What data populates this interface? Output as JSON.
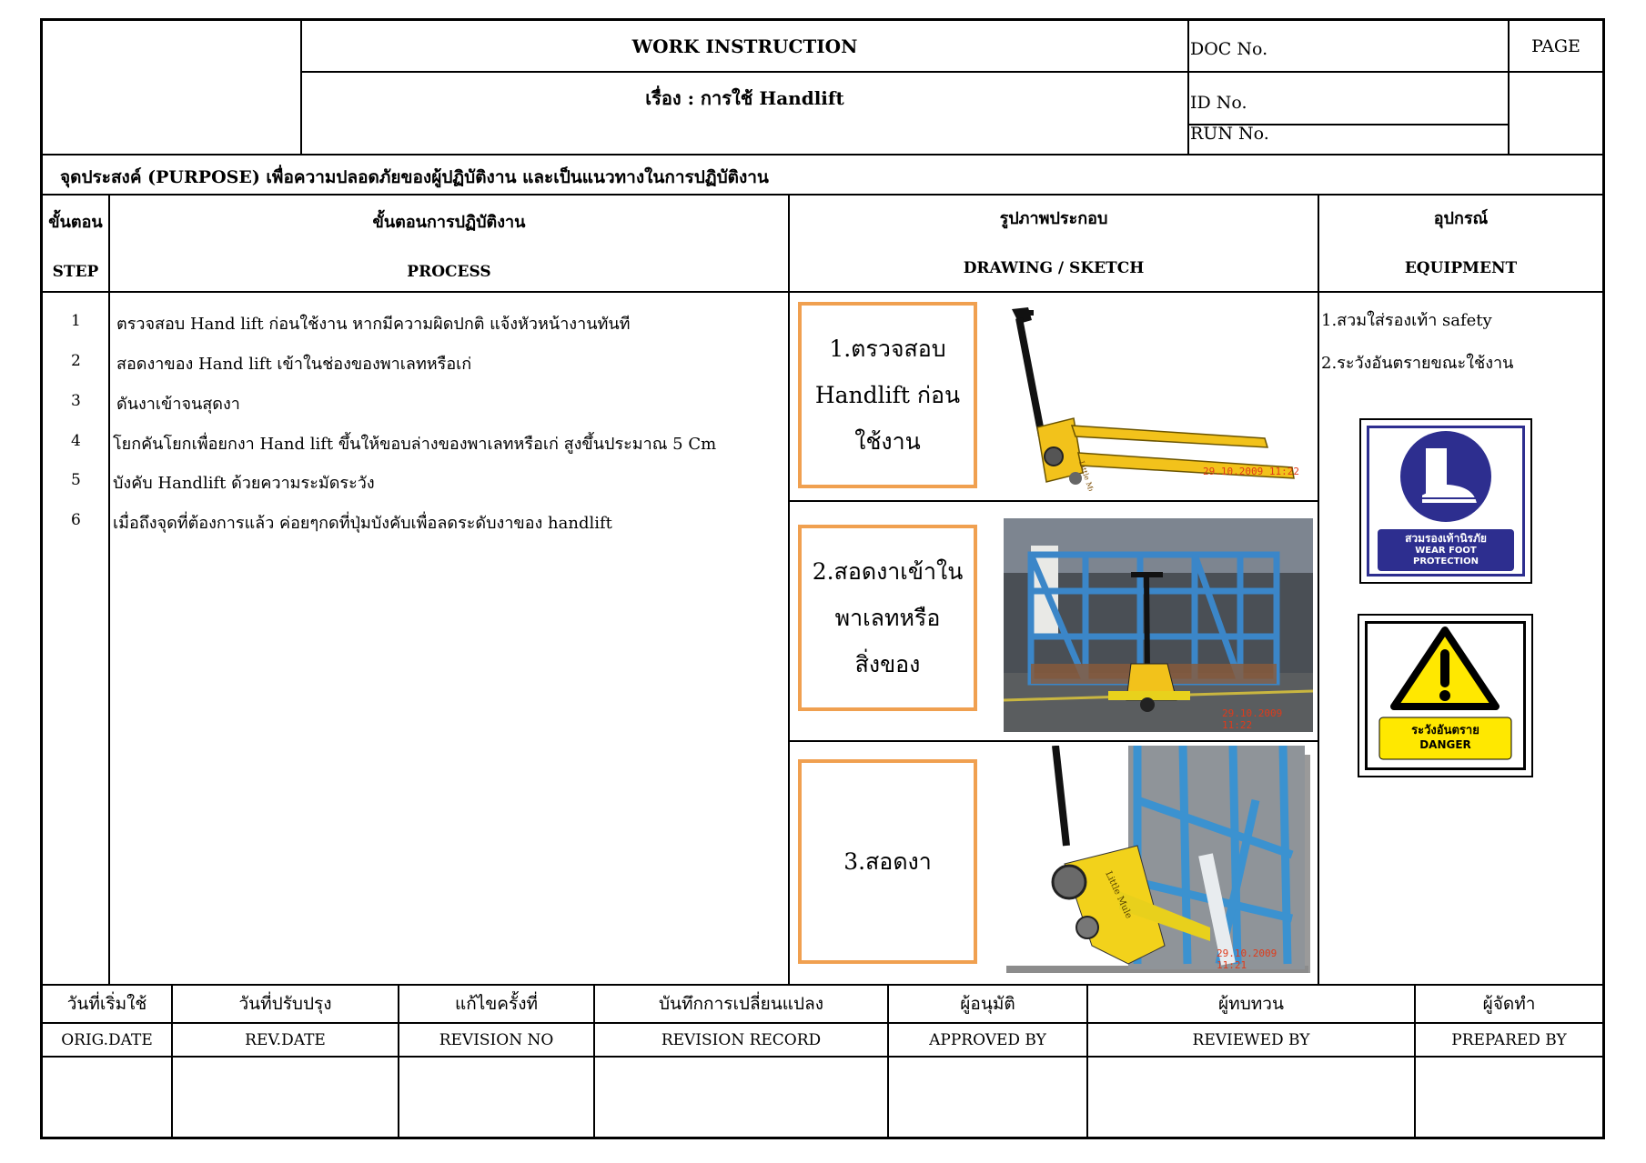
{
  "header": {
    "title": "WORK INSTRUCTION",
    "subject": "เรื่อง : การใช้ Handlift",
    "doc_no_label": "DOC No.",
    "page_label": "PAGE",
    "id_no_label": "ID No.",
    "run_no_label": "RUN No."
  },
  "purpose": "จุดประสงค์ (PURPOSE) เพื่อความปลอดภัยของผู้ปฏิบัติงาน และเป็นแนวทางในการปฏิบัติงาน",
  "columns": {
    "step_th": "ขั้นตอน",
    "step_en": "STEP",
    "process_th": "ขั้นตอนการปฏิบัติงาน",
    "process_en": "PROCESS",
    "drawing_th": "รูปภาพประกอบ",
    "drawing_en": "DRAWING / SKETCH",
    "equipment_th": "อุปกรณ์",
    "equipment_en": "EQUIPMENT"
  },
  "steps": [
    {
      "no": "1",
      "text": "ตรวจสอบ  Hand lift  ก่อนใช้งาน หากมีความผิดปกติ แจ้งหัวหน้างานทันที"
    },
    {
      "no": "2",
      "text": "สอดงาของ Hand lift เข้าในช่องของพาเลทหรือเก่"
    },
    {
      "no": "3",
      "text": "ดันงาเข้าจนสุดงา"
    },
    {
      "no": "4",
      "text": "โยกคันโยกเพื่อยกงา Hand lift ขึ้นให้ขอบล่างของพาเลทหรือเก่ สูงขึ้นประมาณ 5 Cm"
    },
    {
      "no": "5",
      "text": "บังคับ Handlift ด้วยความระมัดระวัง"
    },
    {
      "no": "6",
      "text": "เมื่อถึงจุดที่ต้องการแล้ว ค่อยๆกดที่ปุ่มบังคับเพื่อลดระดับงาของ handlift"
    }
  ],
  "sketch": {
    "box1": [
      "1.ตรวจสอบ",
      "Handlift ก่อน",
      "ใช้งาน"
    ],
    "box2": [
      "2.สอดงาเข้าใน",
      "พาเลทหรือ",
      "สิ่งของ"
    ],
    "box3": [
      "3.สอดงา"
    ],
    "stamp1": "29.10.2009 11:22",
    "stamp2": "29.10.2009 11:22",
    "stamp3": "29.10.2009 11:21",
    "brand": "Little Mule"
  },
  "equipment": {
    "item1": "1.สวมใส่รองเท้า safety",
    "item2": "2.ระวังอันตรายขณะใช้งาน",
    "sign1_th": "สวมรองเท้านิรภัย",
    "sign1_en1": "WEAR FOOT",
    "sign1_en2": "PROTECTION",
    "sign2_th": "ระวังอันตราย",
    "sign2_en": "DANGER"
  },
  "footer": {
    "orig_th": "วันที่เริ่มใช้",
    "orig_en": "ORIG.DATE",
    "rev_th": "วันที่ปรับปรุง",
    "rev_en": "REV.DATE",
    "revno_th": "แก้ไขครั้งที่",
    "revno_en": "REVISION NO",
    "record_th": "บันทึกการเปลี่ยนแปลง",
    "record_en": "REVISION RECORD",
    "approved_th": "ผู้อนุมัติ",
    "approved_en": "APPROVED BY",
    "reviewed_th": "ผู้ทบทวน",
    "reviewed_en": "REVIEWED BY",
    "prepared_th": "ผู้จัดทำ",
    "prepared_en": "PREPARED BY"
  },
  "colors": {
    "orange_border": "#f0a050",
    "forklift_yellow": "#f2c21b",
    "rack_blue": "#3b86c8",
    "sign_blue": "#2d2e8f",
    "danger_yellow": "#ffe800"
  }
}
